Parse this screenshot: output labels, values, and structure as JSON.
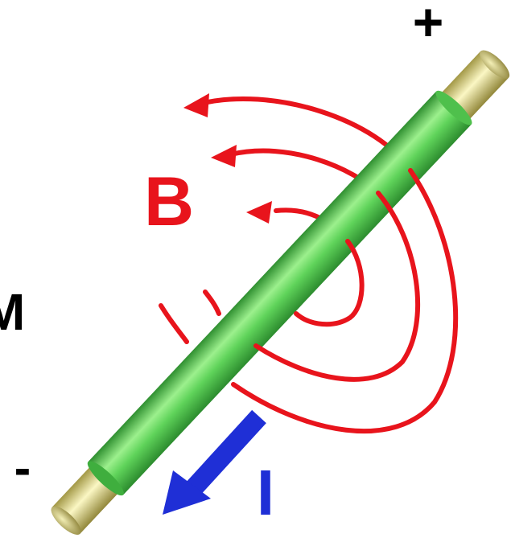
{
  "labels": {
    "plus": "+",
    "minus": "-",
    "field": "B",
    "current": "I",
    "partial_left": "M"
  },
  "colors": {
    "field": "#e8141c",
    "current": "#1f2fd6",
    "wire_body": "#5fd35a",
    "wire_end": "#e8e49a",
    "text": "#000000"
  },
  "icons": {
    "current_arrow": "current-arrow-icon"
  }
}
